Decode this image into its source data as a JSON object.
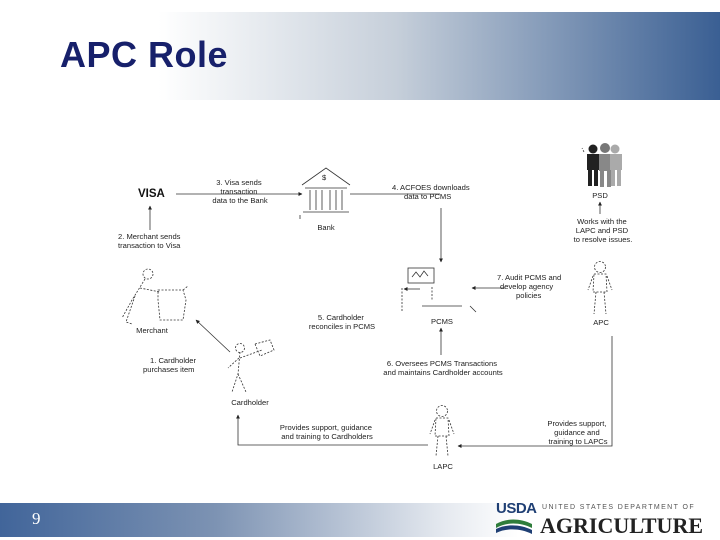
{
  "slide": {
    "title": "APC Role",
    "page_number": "9"
  },
  "footer": {
    "logo_abbrev": "USDA",
    "department_line": "UNITED STATES DEPARTMENT OF",
    "agriculture_line": "AGRICULTURE"
  },
  "diagram": {
    "visa_logo": "VISA",
    "bank_symbol": "$",
    "nodes": {
      "bank": "Bank",
      "merchant": "Merchant",
      "cardholder": "Cardholder",
      "pcms": "PCMS",
      "psd": "PSD",
      "apc": "APC",
      "lapc": "LAPC"
    },
    "steps": {
      "step1": [
        "1. Cardholder",
        "purchases item"
      ],
      "step2": [
        "2. Merchant sends",
        "transaction to Visa"
      ],
      "step3": [
        "3. Visa sends",
        "transaction",
        "data to the Bank"
      ],
      "step4": [
        "4. ACFOES downloads",
        "data to PCMS"
      ],
      "step5": [
        "5. Cardholder",
        "reconciles in PCMS"
      ],
      "step6": [
        "6. Oversees PCMS Transactions",
        "and maintains Cardholder accounts"
      ],
      "step7": [
        "7. Audit PCMS and",
        "develop agency",
        "policies"
      ]
    },
    "notes": {
      "psd_note": [
        "Works with the",
        "LAPC and PSD",
        "to resolve issues."
      ],
      "lapc_to_cardholder": [
        "Provides support, guidance",
        "and training to Cardholders"
      ],
      "apc_to_lapc": [
        "Provides support,",
        "guidance and",
        "training to LAPCs"
      ]
    }
  }
}
